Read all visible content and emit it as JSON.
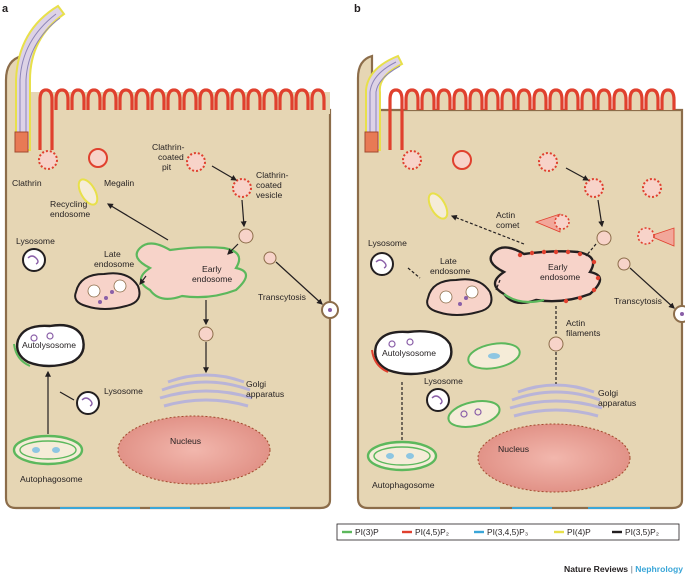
{
  "panels": {
    "a": "a",
    "b": "b"
  },
  "labels_a": {
    "clathrin": "Clathrin",
    "megalin": "Megalin",
    "clathrin_coated_pit": [
      "Clathrin-",
      "coated",
      "pit"
    ],
    "clathrin_coated_vesicle": [
      "Clathrin-",
      "coated",
      "vesicle"
    ],
    "recycling_endosome": [
      "Recycling",
      "endosome"
    ],
    "lysosome_top": "Lysosome",
    "late_endosome": [
      "Late",
      "endosome"
    ],
    "early_endosome": [
      "Early",
      "endosome"
    ],
    "transcytosis": "Transcytosis",
    "autolysosome": "Autolysosome",
    "lysosome_bottom": "Lysosome",
    "golgi": [
      "Golgi",
      "apparatus"
    ],
    "nucleus": "Nucleus",
    "autophagosome": "Autophagosome"
  },
  "labels_b": {
    "actin_comet": [
      "Actin",
      "comet"
    ],
    "lysosome_top": "Lysosome",
    "late_endosome": [
      "Late",
      "endosome"
    ],
    "early_endosome": [
      "Early",
      "endosome"
    ],
    "transcytosis": "Transcytosis",
    "actin_filaments": [
      "Actin",
      "filaments"
    ],
    "autolysosome": "Autolysosome",
    "lysosome_bottom": "Lysosome",
    "golgi": [
      "Golgi",
      "apparatus"
    ],
    "nucleus": "Nucleus",
    "autophagosome": "Autophagosome"
  },
  "legend": [
    {
      "label": "PI(3)P",
      "color": "#5cb85c"
    },
    {
      "label": "PI(4,5)P₂",
      "color": "#e0402e"
    },
    {
      "label": "PI(3,4,5)P₃",
      "color": "#3aa6d8"
    },
    {
      "label": "PI(4)P",
      "color": "#e8e04a"
    },
    {
      "label": "PI(3,5)P₂",
      "color": "#231f20"
    }
  ],
  "credit": {
    "journal": "Nature Reviews",
    "separator": " | ",
    "subject": "Nephrology"
  },
  "colors": {
    "cytoplasm": "#e6d6b4",
    "membrane_outline": "#8c6d4a",
    "microvilli": "#e0402e",
    "endosome_fill": "#f7d3c9",
    "nucleus_fill": "#e89a8f",
    "golgi_fill": "#b9b4d8",
    "accent_credit": "#3aa6d8"
  }
}
